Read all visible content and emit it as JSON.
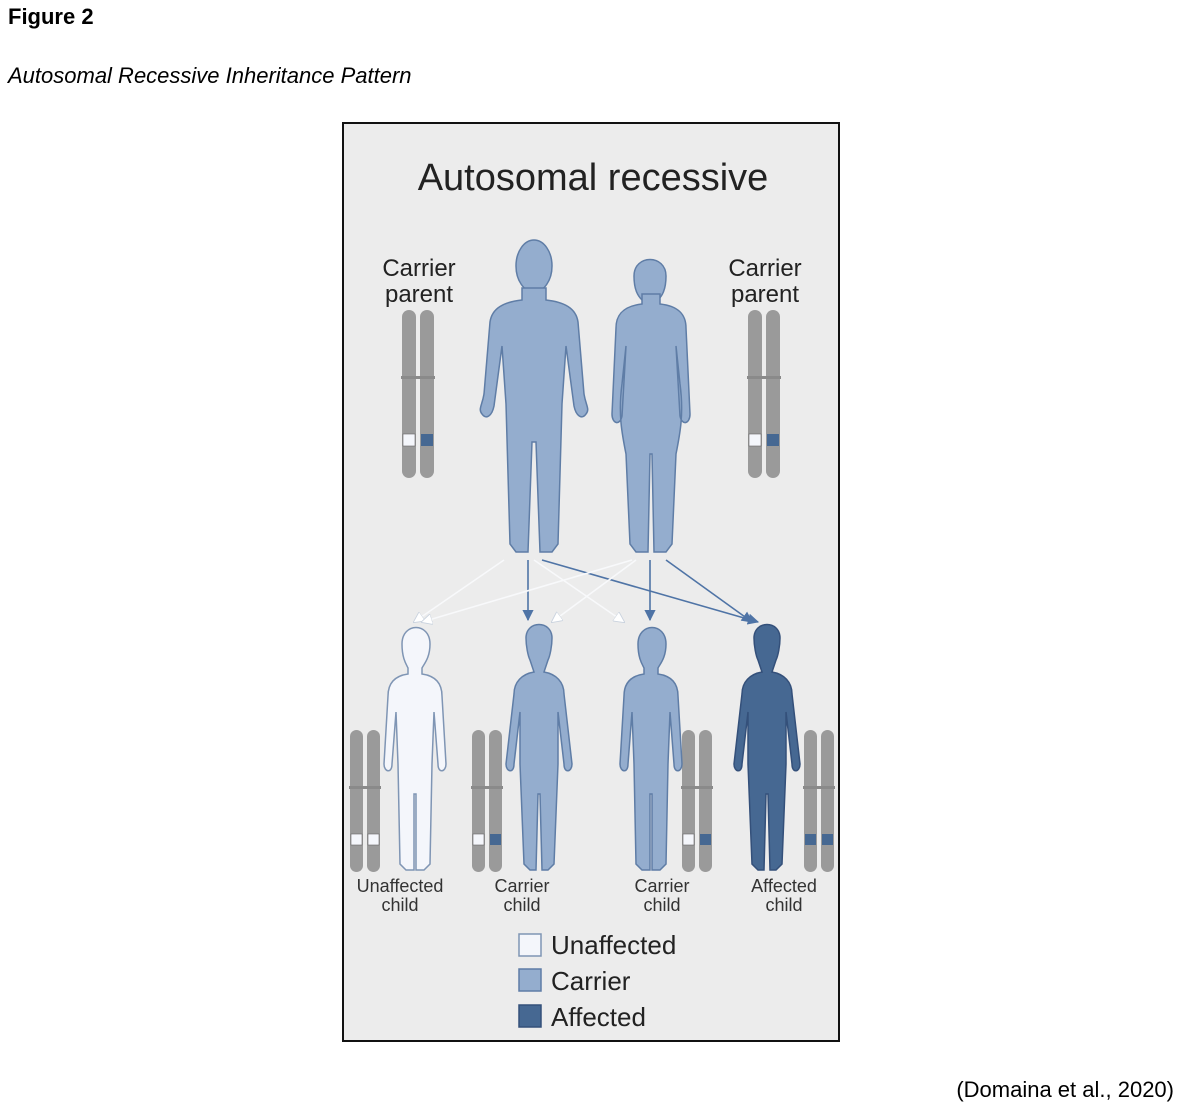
{
  "figure": {
    "label": "Figure 2",
    "title": "Autosomal Recessive Inheritance Pattern",
    "citation": "(Domaina et al., 2020)"
  },
  "diagram": {
    "heading": "Autosomal recessive",
    "parents": {
      "left_label_line1": "Carrier",
      "left_label_line2": "parent",
      "right_label_line1": "Carrier",
      "right_label_line2": "parent"
    },
    "children": [
      {
        "line1": "Unaffected",
        "line2": "child"
      },
      {
        "line1": "Carrier",
        "line2": "child"
      },
      {
        "line1": "Carrier",
        "line2": "child"
      },
      {
        "line1": "Affected",
        "line2": "child"
      }
    ],
    "legend": {
      "unaffected": "Unaffected",
      "carrier": "Carrier",
      "affected": "Affected"
    },
    "colors": {
      "unaffected": "#f4f6fb",
      "carrier": "#94adce",
      "affected": "#466892",
      "chromosome": "#9a9a9a",
      "background": "#ececec"
    }
  }
}
